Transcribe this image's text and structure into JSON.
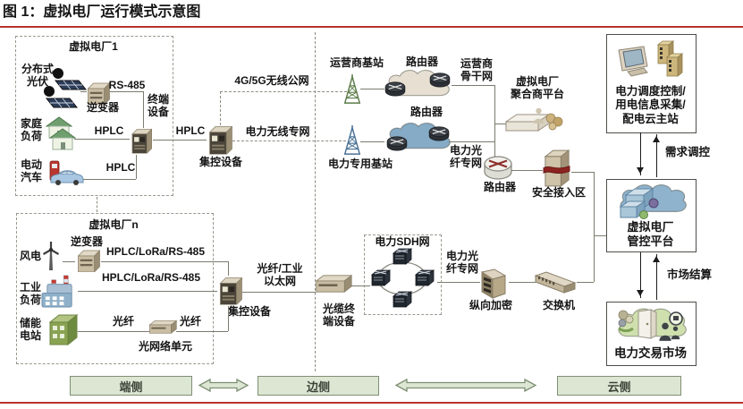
{
  "title": "图 1：虚拟电厂运行模式示意图",
  "colors": {
    "accent_red": "#b5332c",
    "bar_fill": "#dde6d2",
    "bar_border": "#7e8f74",
    "cloud_carrier": "#e6dfd2",
    "cloud_power": "#85abc6"
  },
  "vpp1": {
    "title": "虚拟电厂1",
    "pv": "分布式\n光伏",
    "inverter": "逆变器",
    "rs485": "RS-485",
    "terminal": "终端\n设备",
    "home_load": "家庭\n负荷",
    "hplc_home": "HPLC",
    "ev": "电动\n汽车",
    "hplc_ev": "HPLC",
    "hplc_hub": "HPLC",
    "hub": "集控设备"
  },
  "vppn": {
    "title": "虚拟电厂n",
    "wind": "风电",
    "inverter": "逆变器",
    "lora1": "HPLC/LoRa/RS-485",
    "industrial": "工业\n负荷",
    "lora2": "HPLC/LoRa/RS-485",
    "storage": "储能\n电站",
    "fiber1": "光纤",
    "onu": "光网络单元",
    "fiber2": "光纤",
    "hub": "集控设备"
  },
  "mid": {
    "g45": "4G/5G无线公网",
    "wireless_private": "电力无线专网",
    "carrier_bs": "运营商基站",
    "power_bs": "电力专用基站",
    "router1": "路由器",
    "router2": "路由器",
    "router3": "路由器",
    "carrier_backbone": "运营商\n骨干网",
    "fiber_private_top": "电力光\n纤专网",
    "aggregator": "虚拟电厂\n聚合商平台",
    "secure_zone": "安全接入区"
  },
  "bottom_path": {
    "fiber_ethernet": "光纤/工业\n以太网",
    "octd": "光缆终\n端设备",
    "sdh": "电力SDH网",
    "fiber_private_bottom": "电力光\n纤专网",
    "encrypt": "纵向加密",
    "switch": "交换机"
  },
  "right": {
    "dispatch": "电力调度控制/\n用电信息采集/\n配电云主站",
    "demand": "需求调控",
    "mgmt": "虚拟电厂\n管控平台",
    "settlement": "市场结算",
    "market": "电力交易市场"
  },
  "layers": {
    "end": "端侧",
    "edge": "边侧",
    "cloud": "云侧"
  },
  "icons": {
    "solar": "solar-panel-icon",
    "inverter": "device-box-icon",
    "terminal": "device-box-icon",
    "house": "house-icon",
    "car": "ev-car-icon",
    "pile": "charging-pile-icon",
    "hub": "device-box-icon",
    "tower": "radio-tower-icon",
    "cloud": "network-cloud-icon",
    "router_disk": "router-icon",
    "router_round": "router-icon",
    "secure": "secure-server-icon",
    "wind": "wind-turbine-icon",
    "factory": "factory-icon",
    "storage": "storage-building-icon",
    "onu": "device-box-icon",
    "octd": "device-box-icon",
    "sdh_node": "switch-node-icon",
    "encrypt": "encrypt-device-icon",
    "switch": "switch-device-icon",
    "monitor": "crt-monitor-icon",
    "cabinet": "server-cabinet-icon",
    "mgmt_cloud": "cloud-servers-icon",
    "market_cloud": "market-cloud-icon",
    "aggregator": "platform-icon"
  }
}
